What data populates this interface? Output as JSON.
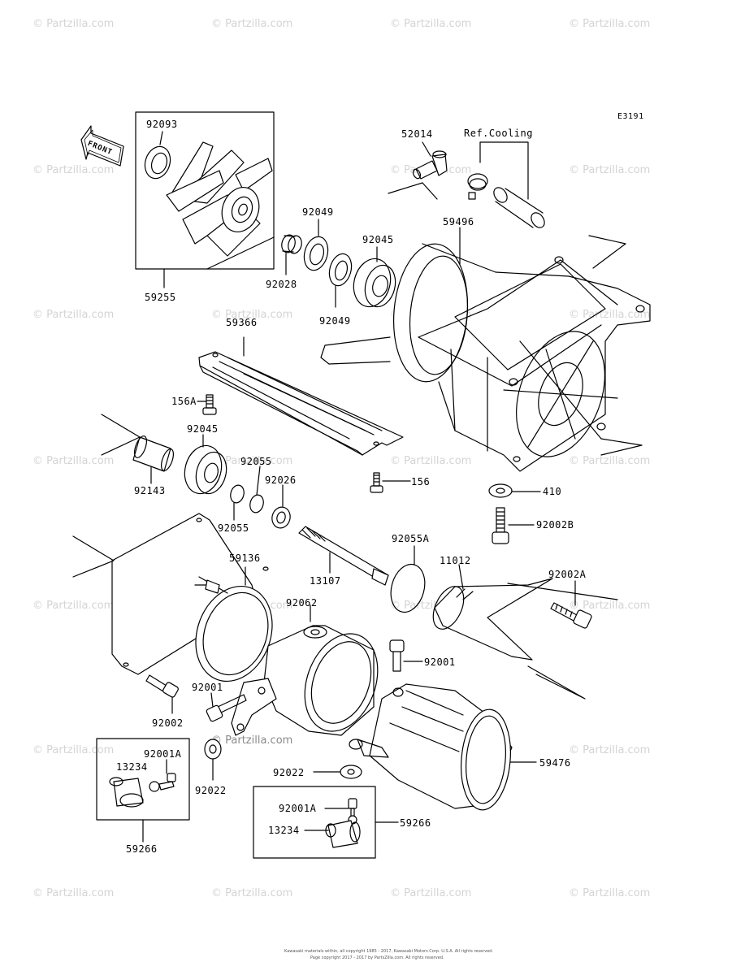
{
  "diagram_code": "E3191",
  "front_arrow_label": "FRONT",
  "ref_cooling": "Ref.Cooling",
  "watermark": "© Partzilla.com",
  "footer": {
    "line1": "Kawasaki materials within, all copyright 1985 - 2017, Kawasaki Motors Corp. U.S.A. All rights reserved.",
    "line2": "Page copyright 2017 - 2017 by PartsZilla.com. All rights reserved."
  },
  "parts": {
    "p92093": "92093",
    "p59255": "59255",
    "p52014": "52014",
    "p92049a": "92049",
    "p92045a": "92045",
    "p92028": "92028",
    "p92049b": "92049",
    "p59496": "59496",
    "p59366": "59366",
    "p156A": "156A",
    "p92045b": "92045",
    "p92143": "92143",
    "p92055a": "92055",
    "p92026": "92026",
    "p92055b": "92055",
    "p156": "156",
    "p410": "410",
    "p92002B": "92002B",
    "p92055A": "92055A",
    "p11012": "11012",
    "p59136": "59136",
    "p13107": "13107",
    "p92002A": "92002A",
    "p92062": "92062",
    "p92001a": "92001",
    "p92001b": "92001",
    "p92002": "92002",
    "p92001A_a": "92001A",
    "p13234a": "13234",
    "p92022a": "92022",
    "p92022b": "92022",
    "p59476": "59476",
    "p59266a": "59266",
    "p92001A_b": "92001A",
    "p13234b": "13234",
    "p59266b": "59266"
  }
}
